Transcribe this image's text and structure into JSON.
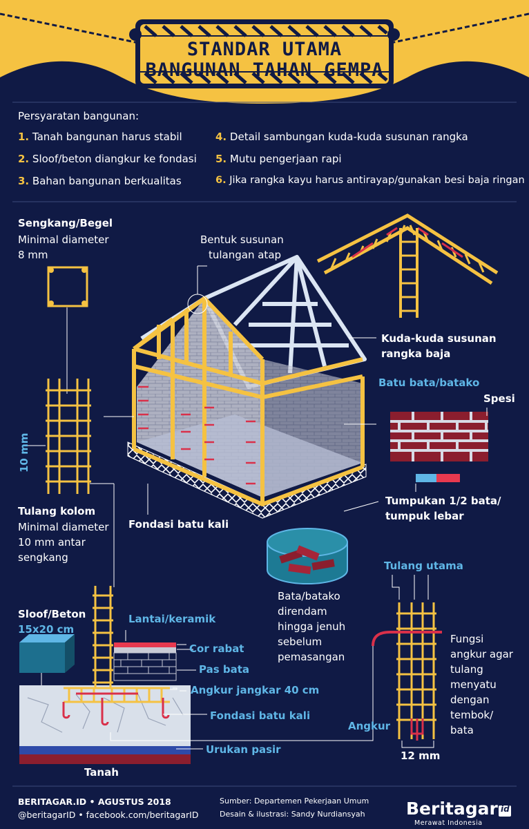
{
  "header": {
    "title_line1": "STANDAR UTAMA",
    "title_line2": "BANGUNAN TAHAN GEMPA"
  },
  "requirements": {
    "heading": "Persyaratan bangunan:",
    "items": [
      {
        "num": "1.",
        "text": "Tanah bangunan harus stabil"
      },
      {
        "num": "2.",
        "text": "Sloof/beton diangkur ke fondasi"
      },
      {
        "num": "3.",
        "text": "Bahan bangunan berkualitas"
      },
      {
        "num": "4.",
        "text": "Detail sambungan kuda-kuda susunan rangka"
      },
      {
        "num": "5.",
        "text": "Mutu pengerjaan rapi"
      },
      {
        "num": "6.",
        "text": "Jika rangka kayu harus antirayap/gunakan besi baja ringan"
      }
    ]
  },
  "labels": {
    "sengkang_title": "Sengkang/Begel",
    "sengkang_desc1": "Minimal diameter",
    "sengkang_desc2": "8 mm",
    "atap_1": "Bentuk susunan",
    "atap_2": "tulangan atap",
    "kuda_1": "Kuda-kuda susunan",
    "kuda_2": "rangka baja",
    "batu_bata": "Batu bata/batako",
    "spesi": "Spesi",
    "ten_mm": "10 mm",
    "tulang_kolom": "Tulang kolom",
    "kolom_desc1": "Minimal diameter",
    "kolom_desc2": "10 mm antar",
    "kolom_desc3": "sengkang",
    "fondasi_house": "Fondasi batu kali",
    "tumpukan_1": "Tumpukan 1/2 bata/",
    "tumpukan_2": "tumpuk lebar",
    "rendam_1": "Bata/batako",
    "rendam_2": "direndam",
    "rendam_3": "hingga jenuh",
    "rendam_4": "sebelum",
    "rendam_5": "pemasangan",
    "tulang_utama": "Tulang utama",
    "fungsi_1": "Fungsi",
    "fungsi_2": "angkur agar",
    "fungsi_3": "tulang",
    "fungsi_4": "menyatu",
    "fungsi_5": "dengan",
    "fungsi_6": "tembok/",
    "fungsi_7": "bata",
    "angkur": "Angkur",
    "twelve_mm": "12 mm",
    "sloof_1": "Sloof/Beton",
    "sloof_2": "15x20 cm",
    "lantai": "Lantai/keramik",
    "cor_rabat": "Cor rabat",
    "pas_bata": "Pas bata",
    "angkur_jangkar": "Angkur jangkar 40 cm",
    "fondasi_cs": "Fondasi batu kali",
    "urukan": "Urukan pasir",
    "tanah": "Tanah"
  },
  "footer": {
    "left_1": "BERITAGAR.ID • AGUSTUS 2018",
    "left_2": "@beritagarID • facebook.com/beritagarID",
    "credit_1": "Sumber: Departemen Pekerjaan Umum",
    "credit_2": "Desain & ilustrasi: Sandy Nurdiansyah",
    "logo": "Beritagar",
    "logo_badge": "id",
    "tagline": "Merawat Indonesia"
  },
  "colors": {
    "background": "#101a45",
    "accent_yellow": "#f5c242",
    "label_blue": "#5fb6e6",
    "brick_red": "#8b1e2e"
  }
}
